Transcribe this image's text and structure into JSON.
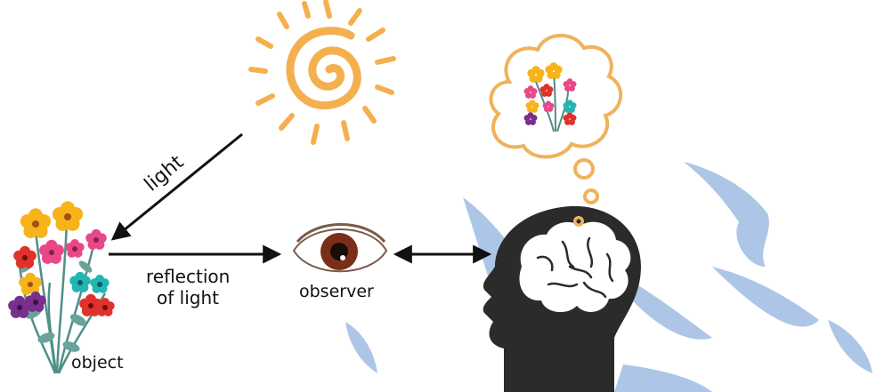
{
  "labels": {
    "light": "light",
    "reflection_line1": "reflection",
    "reflection_line2": "of light",
    "observer": "observer",
    "object": "object"
  },
  "icons": {
    "sun": "sun-icon",
    "flowers": "flower-bouquet-icon",
    "eye": "eye-icon",
    "head": "human-head-silhouette-icon",
    "brain": "brain-icon",
    "thought": "thought-bubble-icon",
    "watermark": "watermark-logo"
  },
  "colors": {
    "sun": "#f4b04f",
    "ink": "#111111",
    "head": "#2b2b2b",
    "iris": "#7a2f1a",
    "thought_outline": "#f0b25a",
    "watermark": "#a9c3e6",
    "flower_yellow": "#f6b41a",
    "flower_pink": "#e8488a",
    "flower_purple": "#7a2e8e",
    "flower_teal": "#23b4b4",
    "flower_red": "#e0312b",
    "leaf": "#4f8f86"
  }
}
